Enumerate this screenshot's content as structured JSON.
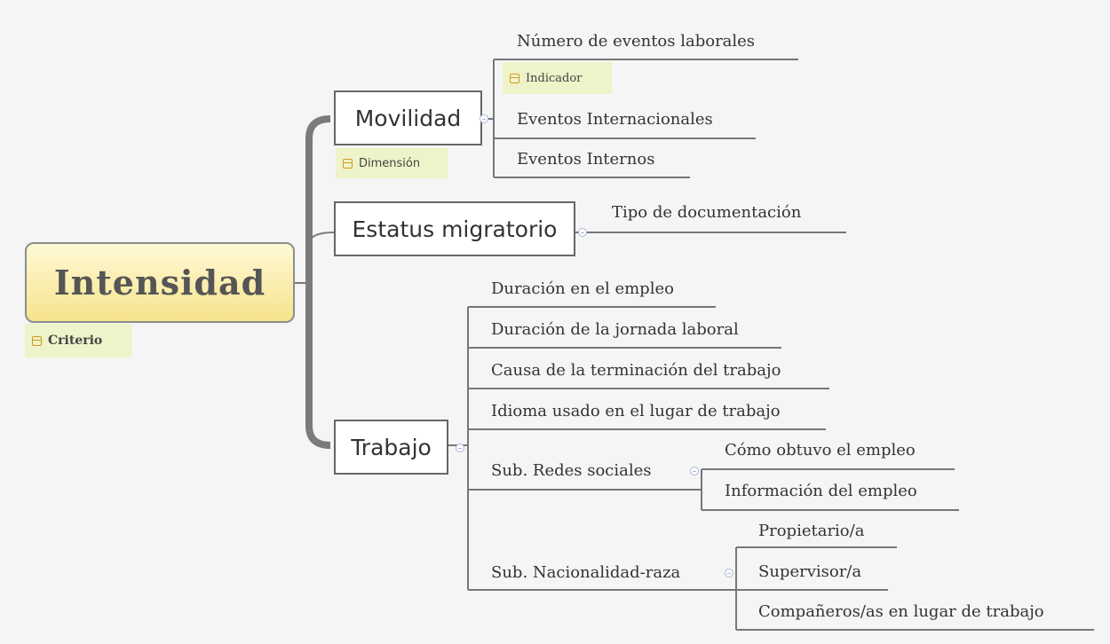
{
  "root": {
    "label": "Intensidad",
    "marker": "Criterio"
  },
  "dimension_marker": "Dimensión",
  "indicator_marker": "Indicador",
  "dimensions": [
    {
      "label": "Movilidad",
      "items": [
        "Número de eventos laborales",
        "Eventos Internacionales",
        "Eventos Internos"
      ]
    },
    {
      "label": "Estatus migratorio",
      "items": [
        "Tipo de documentación"
      ]
    },
    {
      "label": "Trabajo",
      "items": [
        "Duración en el empleo",
        "Duración de la jornada laboral",
        "Causa de la terminación del trabajo",
        "Idioma usado en el lugar de trabajo"
      ],
      "subs": [
        {
          "label": "Sub. Redes sociales",
          "items": [
            "Cómo obtuvo el empleo",
            "Información del empleo"
          ]
        },
        {
          "label": "Sub. Nacionalidad-raza",
          "items": [
            "Propietario/a",
            "Supervisor/a",
            "Compañeros/as en lugar de trabajo"
          ]
        }
      ]
    }
  ],
  "colors": {
    "root_fill_top": "#fff9d6",
    "root_fill_bottom": "#f6e38c",
    "marker_bg": "#eef3c9",
    "marker_icon": "#d39a1c",
    "connector": "#777777",
    "collapse_icon": "#a8b7d6"
  }
}
